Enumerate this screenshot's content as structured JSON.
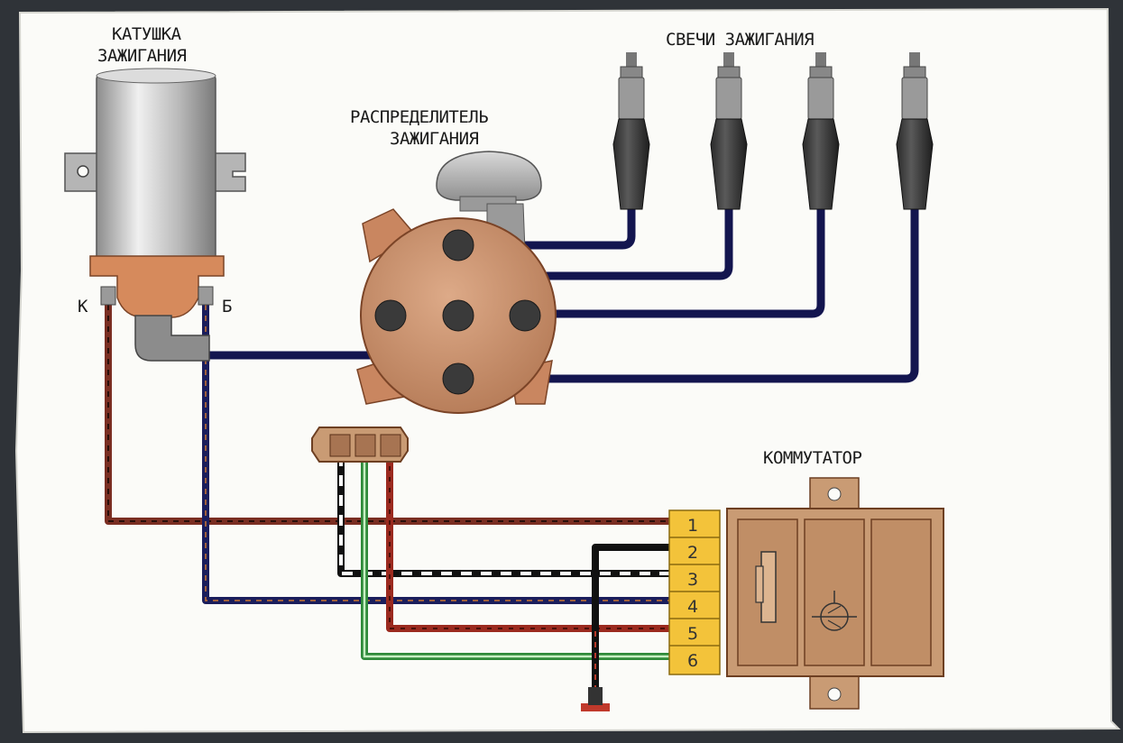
{
  "labels": {
    "coil_line1": "КАТУШКА",
    "coil_line2": "ЗАЖИГАНИЯ",
    "distributor_line1": "РАСПРЕДЕЛИТЕЛЬ",
    "distributor_line2": "ЗАЖИГАНИЯ",
    "spark_plugs": "СВЕЧИ ЗАЖИГАНИЯ",
    "commutator": "КОММУТАТОР",
    "coil_terminal_k": "К",
    "coil_terminal_b": "Б"
  },
  "commutator_pins": [
    "1",
    "2",
    "3",
    "4",
    "5",
    "6"
  ],
  "colors": {
    "paper": "#fbfbf8",
    "background": "#2f3338",
    "hv_wire": "#13154f",
    "brown_wire": "#7a2e22",
    "black_wire": "#111111",
    "green_wire": "#2f8a3a",
    "red_wire": "#9b2a1f",
    "terminal_block": "#f3c33a",
    "commutator_body": "#c99b74",
    "distributor_cap": "#cf9470"
  }
}
